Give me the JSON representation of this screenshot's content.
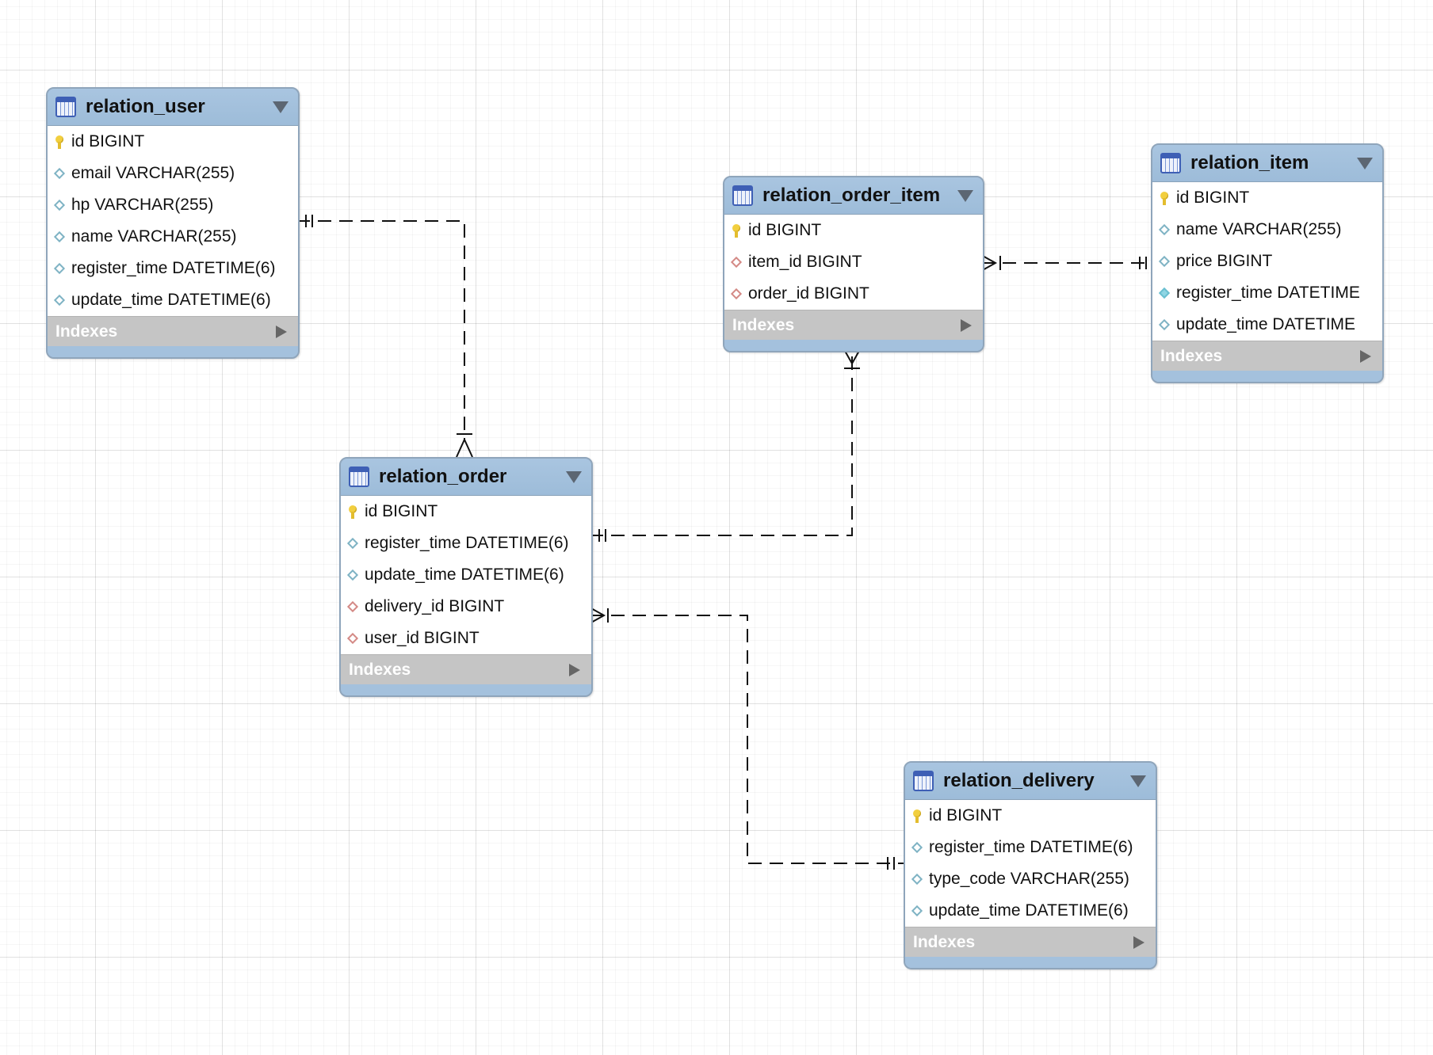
{
  "diagram": {
    "indexes_label": "Indexes",
    "tables": [
      {
        "key": "relation_user",
        "title": "relation_user",
        "columns": [
          {
            "text": "id BIGINT",
            "icon": "primary-key-icon"
          },
          {
            "text": "email VARCHAR(255)",
            "icon": "column-diamond-icon"
          },
          {
            "text": "hp VARCHAR(255)",
            "icon": "column-diamond-icon"
          },
          {
            "text": "name VARCHAR(255)",
            "icon": "column-diamond-icon"
          },
          {
            "text": "register_time DATETIME(6)",
            "icon": "column-diamond-icon"
          },
          {
            "text": "update_time DATETIME(6)",
            "icon": "column-diamond-icon"
          }
        ]
      },
      {
        "key": "relation_order_item",
        "title": "relation_order_item",
        "columns": [
          {
            "text": "id BIGINT",
            "icon": "primary-key-icon"
          },
          {
            "text": "item_id BIGINT",
            "icon": "foreign-key-diamond-icon"
          },
          {
            "text": "order_id BIGINT",
            "icon": "foreign-key-diamond-icon"
          }
        ]
      },
      {
        "key": "relation_item",
        "title": "relation_item",
        "columns": [
          {
            "text": "id BIGINT",
            "icon": "primary-key-icon"
          },
          {
            "text": "name VARCHAR(255)",
            "icon": "column-diamond-icon"
          },
          {
            "text": "price BIGINT",
            "icon": "column-diamond-icon"
          },
          {
            "text": "register_time DATETIME",
            "icon": "filled-diamond-icon"
          },
          {
            "text": "update_time DATETIME",
            "icon": "column-diamond-icon"
          }
        ]
      },
      {
        "key": "relation_order",
        "title": "relation_order",
        "columns": [
          {
            "text": "id BIGINT",
            "icon": "primary-key-icon"
          },
          {
            "text": "register_time DATETIME(6)",
            "icon": "column-diamond-icon"
          },
          {
            "text": "update_time DATETIME(6)",
            "icon": "column-diamond-icon"
          },
          {
            "text": "delivery_id BIGINT",
            "icon": "foreign-key-diamond-icon"
          },
          {
            "text": "user_id BIGINT",
            "icon": "foreign-key-diamond-icon"
          }
        ]
      },
      {
        "key": "relation_delivery",
        "title": "relation_delivery",
        "columns": [
          {
            "text": "id BIGINT",
            "icon": "primary-key-icon"
          },
          {
            "text": "register_time DATETIME(6)",
            "icon": "column-diamond-icon"
          },
          {
            "text": "type_code VARCHAR(255)",
            "icon": "column-diamond-icon"
          },
          {
            "text": "update_time DATETIME(6)",
            "icon": "column-diamond-icon"
          }
        ]
      }
    ],
    "relationships": [
      {
        "from": "relation_user",
        "from_end": "one-mandatory",
        "to": "relation_order",
        "to_end": "one-or-many"
      },
      {
        "from": "relation_item",
        "from_end": "one-mandatory",
        "to": "relation_order_item",
        "to_end": "one-or-many"
      },
      {
        "from": "relation_order",
        "from_end": "one-mandatory",
        "to": "relation_order_item",
        "to_end": "one-or-many"
      },
      {
        "from": "relation_delivery",
        "from_end": "one-mandatory",
        "to": "relation_order",
        "to_end": "one-or-many"
      }
    ]
  }
}
